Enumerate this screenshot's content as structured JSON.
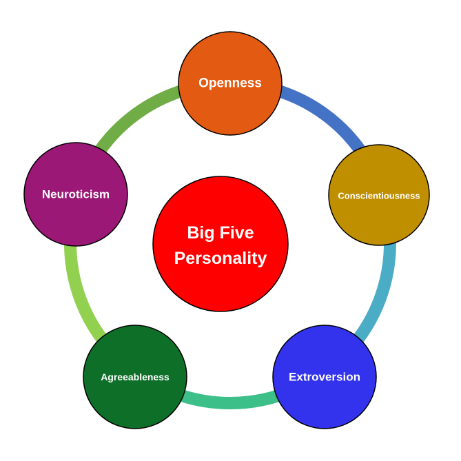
{
  "center": {
    "line1": "Big Five",
    "line2": "Personality",
    "color": "#ff0000"
  },
  "traits": [
    {
      "label": "Openness",
      "color": "#e35a12"
    },
    {
      "label": "Conscientiousness",
      "color": "#bf8f00"
    },
    {
      "label": "Extroversion",
      "color": "#3333ee"
    },
    {
      "label": "Agreeableness",
      "color": "#0e7028"
    },
    {
      "label": "Neuroticism",
      "color": "#9b1877"
    }
  ],
  "ring_colors": [
    "#4472c4",
    "#4bacc6",
    "#3dbf8a",
    "#92d050",
    "#70ad47"
  ]
}
